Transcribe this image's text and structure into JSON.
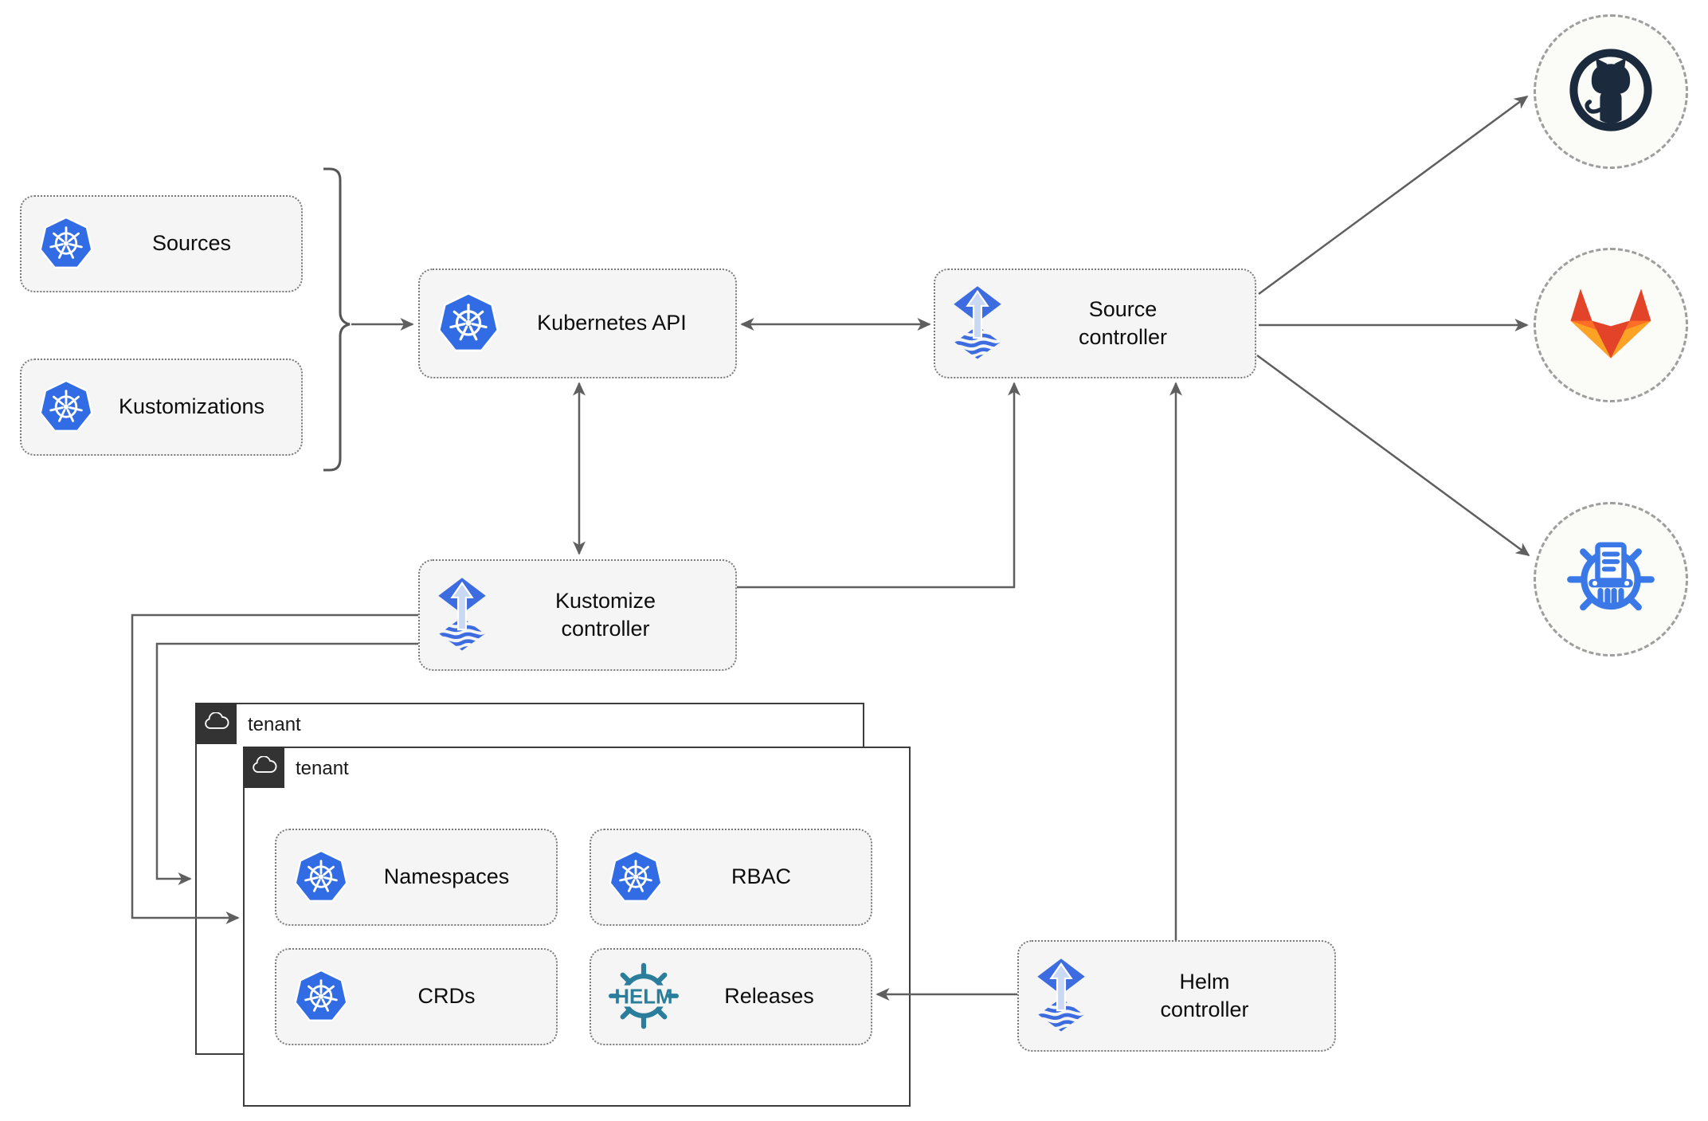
{
  "nodes": {
    "sources": {
      "label": "Sources"
    },
    "kustomizations": {
      "label": "Kustomizations"
    },
    "kubernetes_api": {
      "label": "Kubernetes API"
    },
    "source_controller": {
      "label": "Source\ncontroller"
    },
    "kustomize_controller": {
      "label": "Kustomize\ncontroller"
    },
    "helm_controller": {
      "label": "Helm\ncontroller"
    },
    "namespaces": {
      "label": "Namespaces"
    },
    "rbac": {
      "label": "RBAC"
    },
    "crds": {
      "label": "CRDs"
    },
    "releases": {
      "label": "Releases"
    }
  },
  "tenants": {
    "outer": {
      "label": "tenant"
    },
    "inner": {
      "label": "tenant"
    }
  },
  "helm_logo_text": "HELM",
  "icons": {
    "kubernetes": "kubernetes-icon",
    "flux": "flux-icon",
    "helm": "helm-icon",
    "github": "github-icon",
    "gitlab": "gitlab-icon",
    "helm_repository": "chartmuseum-icon",
    "cloud": "cloud-icon"
  },
  "colors": {
    "kubernetes_blue": "#326ce5",
    "flux_blue": "#3d6ce0",
    "flux_arrow_light": "#c9d8f3",
    "helm_teal": "#2b7d9c",
    "github_dark": "#1b2a3d",
    "gitlab_red": "#e24329",
    "gitlab_orange": "#fc6d26",
    "gitlab_light_orange": "#fca326",
    "chartmuseum_blue": "#3b78e7",
    "connector_gray": "#5f5f5f",
    "node_fill": "#f5f5f5",
    "node_border": "#7d7d7d",
    "tenant_border": "#3d3d3d",
    "tenant_tab": "#333333"
  }
}
